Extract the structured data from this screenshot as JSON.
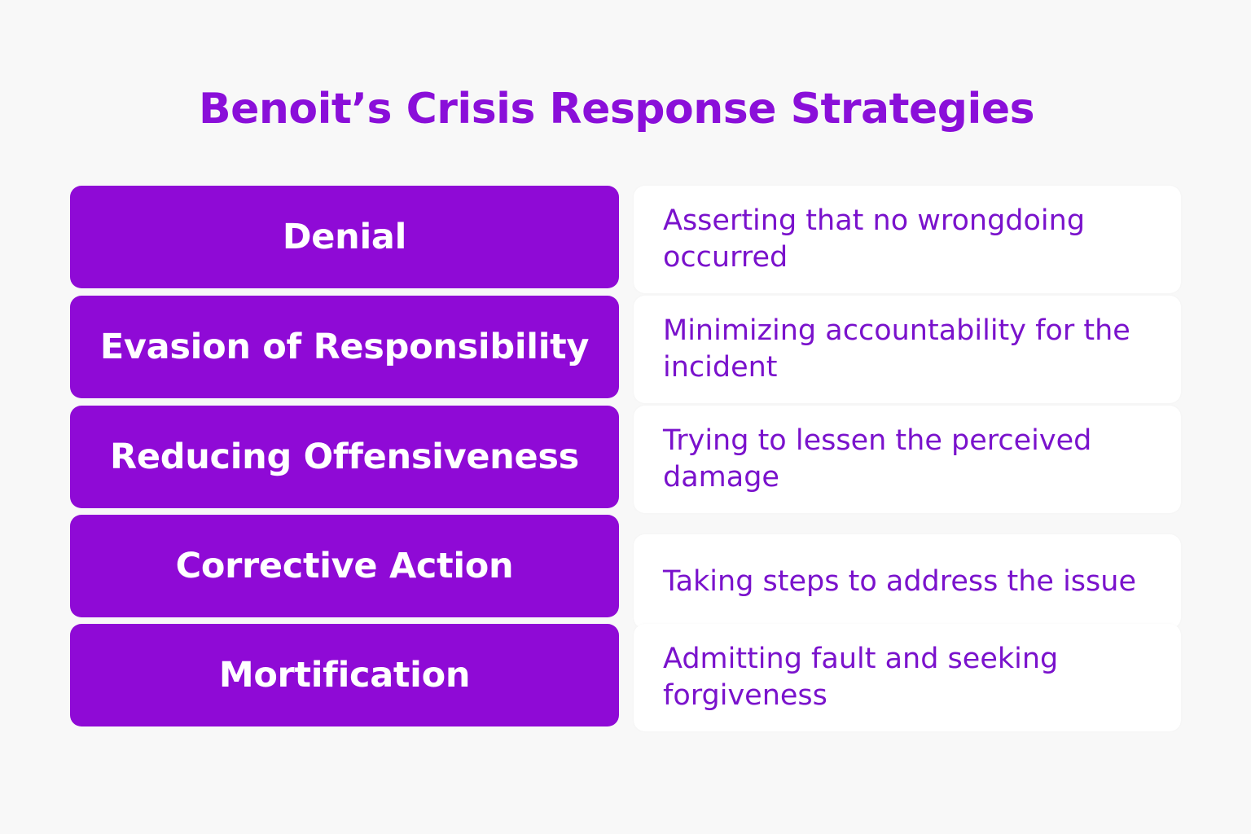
{
  "title": "Benoit’s Crisis Response Strategies",
  "strategies": [
    {
      "name": "Denial",
      "description": "Asserting that no wrongdoing occurred"
    },
    {
      "name": "Evasion of Responsibility",
      "description": "Minimizing accountability for the incident"
    },
    {
      "name": "Reducing Offensiveness",
      "description": "Trying to lessen the perceived damage"
    },
    {
      "name": "Corrective Action",
      "description": "Taking steps to address the issue"
    },
    {
      "name": "Mortification",
      "description": "Admitting fault and seeking forgiveness"
    }
  ],
  "colors": {
    "accent": "#8f0ad6",
    "title": "#8a0fd9",
    "description_text": "#7a12cc",
    "background": "#f8f8f8",
    "card": "#ffffff"
  }
}
